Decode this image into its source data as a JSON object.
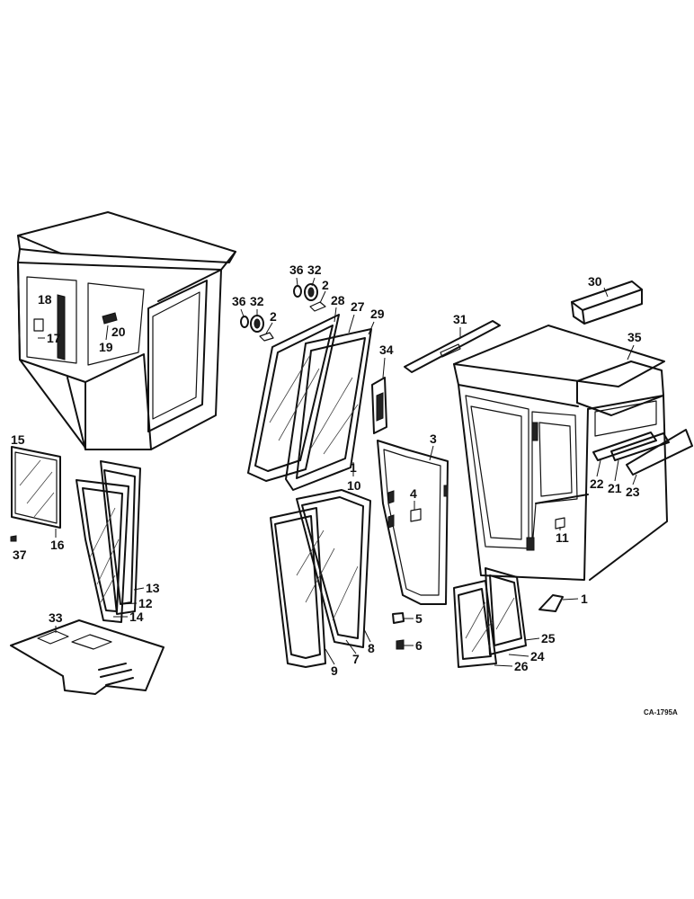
{
  "callouts": {
    "c1": "1",
    "c2a": "2",
    "c2b": "2",
    "c3": "3",
    "c4": "4",
    "c5": "5",
    "c6": "6",
    "c7": "7",
    "c8": "8",
    "c9": "9",
    "c10": "10",
    "c11": "11",
    "c12": "12",
    "c13": "13",
    "c14": "14",
    "c15": "15",
    "c16": "16",
    "c17": "17",
    "c18": "18",
    "c19": "19",
    "c20": "20",
    "c21": "21",
    "c22": "22",
    "c23": "23",
    "c24": "24",
    "c25": "25",
    "c26": "26",
    "c27": "27",
    "c28": "28",
    "c29": "29",
    "c30": "30",
    "c31": "31",
    "c32a": "32",
    "c32b": "32",
    "c33": "33",
    "c34": "34",
    "c35": "35",
    "c36a": "36",
    "c36b": "36",
    "c37": "37"
  },
  "figure_code": "CA-1795A"
}
